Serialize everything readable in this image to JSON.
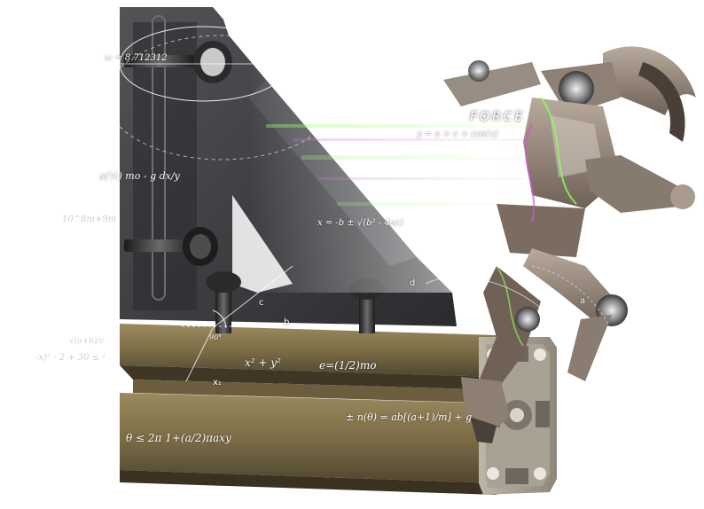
{
  "headline": "FORCE",
  "equations": {
    "top_value": "ω = 8.712312",
    "mass_deriv": "a(½) mo - g dx/y",
    "solve": "x = -b ± √(b² - 4ac)",
    "series": "y = a + c + cos(x)",
    "angular": "e=(1/2)mo",
    "sum_xy": "x² + y²",
    "theta": "± n(θ) = ab[(a+1)/m] + g",
    "range": "θ ≤ 2π  1+(a/2)πaxy",
    "left_mid": "10^8m+9m",
    "left_low": "-x)² - 2 + 30 ≤ ²",
    "sqrt_frac": "√(a+b)/c",
    "deg": "90°"
  },
  "labels": {
    "a": "a",
    "b": "b",
    "c": "c",
    "d": "d",
    "x1": "x₁"
  },
  "colors": {
    "bracket": "#3a3b3e",
    "rail": "#8a7a52",
    "rail_dark": "#5b4f33",
    "robot_metal": "#9c8a7c",
    "glow_green": "#8cff5a",
    "glow_magenta": "#c85bd0"
  }
}
